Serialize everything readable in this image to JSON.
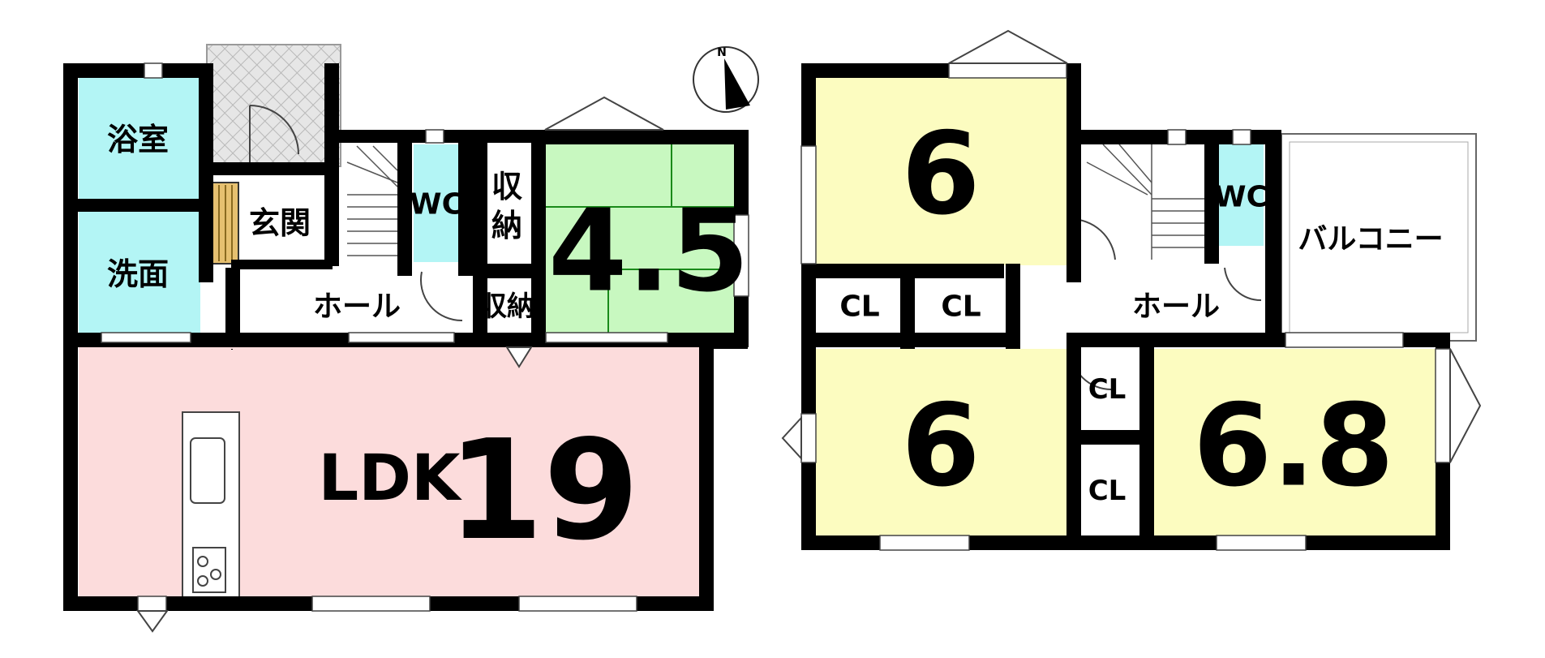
{
  "floor1": {
    "bath": "浴室",
    "washroom": "洗面",
    "entrance": "玄関",
    "hall": "ホール",
    "wc": "WC",
    "storage_upper_1": "収",
    "storage_upper_2": "納",
    "storage_lower": "収納",
    "japanese_room": "4.5",
    "ldk_label": "LDK",
    "ldk_size": "19"
  },
  "floor2": {
    "room_top_left": "6",
    "room_bottom_left": "6",
    "room_right": "6.8",
    "closet": "CL",
    "hall": "ホール",
    "wc": "WC",
    "balcony": "バルコニー"
  },
  "compass": {
    "north": "N"
  },
  "colors": {
    "bath": "#b3f5f5",
    "tatami": "#c8f8c0",
    "ldk": "#fcdcdc",
    "bedroom": "#fcfcc0",
    "wall": "#000000",
    "hatch": "#d8d8d8"
  }
}
